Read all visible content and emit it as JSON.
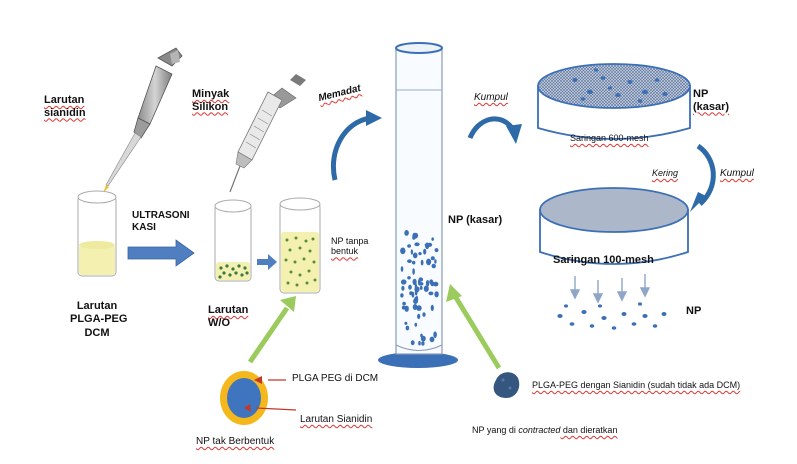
{
  "labels": {
    "larutan_sianidin": [
      "Larutan",
      "sianidin"
    ],
    "minyak_silikon": [
      "Minyak",
      "Silikon"
    ],
    "ultrasonikasi": [
      "ULTRASONI",
      "KASI"
    ],
    "larutan_plga_peg_dcm": [
      "Larutan",
      "PLGA-PEG",
      "DCM"
    ],
    "larutan_wo": [
      "Larutan",
      "W/O"
    ],
    "np_tanpa_bentuk": [
      "NP tanpa",
      "bentuk"
    ],
    "memadat": "Memadat",
    "np_kasar_column": "NP (kasar)",
    "kumpul_1": "Kumpul",
    "np_kasar_sieve": [
      "NP",
      "(kasar)"
    ],
    "saringan_600": "Saringan 600-mesh",
    "kering": "Kering",
    "kumpul_2": "Kumpul",
    "saringan_100": "Saringan 100-mesh",
    "np_final": "NP",
    "plga_peg_di_dcm": "PLGA PEG di DCM",
    "larutan_sianidin_core": "Larutan Sianidin",
    "np_tak_berbentuk": "NP tak Berbentuk",
    "plga_peg_dengan_sianidin": "PLGA-PEG dengan Sianidin (sudah tidak ada DCM)",
    "np_contracted": [
      "NP yang di ",
      "contracted",
      " dan dieratkan"
    ]
  },
  "colors": {
    "blue_arrow": "#4f7fc0",
    "green_arrow": "#9bcb5c",
    "dark_blue_arrow": "#2f6aa8",
    "particle": "#3b6fb6",
    "yellow_solution": "#f4f1b0",
    "shell_orange": "#f5b81c",
    "core_blue": "#3f74bf"
  }
}
